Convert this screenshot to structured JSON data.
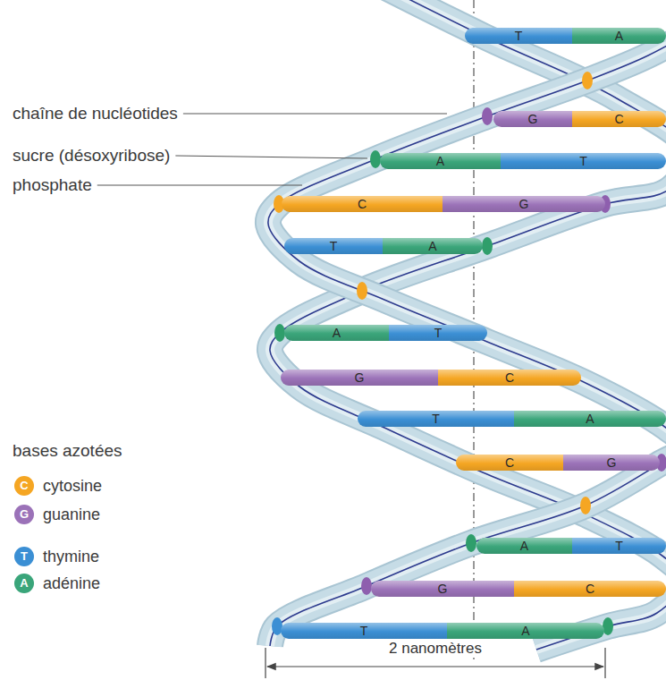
{
  "diagram": {
    "nodes": [
      {
        "text": [
          "T"
        ]
      },
      {
        "text": [
          "A"
        ]
      },
      {
        "text": [
          "G"
        ]
      },
      {
        "text": [
          "C"
        ]
      },
      {
        "text": [
          "A"
        ]
      },
      {
        "text": [
          "T"
        ]
      },
      {
        "text": [
          "C"
        ]
      },
      {
        "text": [
          "G"
        ]
      },
      {
        "text": [
          "T"
        ]
      },
      {
        "text": [
          "A"
        ]
      },
      {
        "text": [
          "A"
        ]
      },
      {
        "text": [
          "T"
        ]
      },
      {
        "text": [
          "G"
        ]
      },
      {
        "text": [
          "C"
        ]
      },
      {
        "text": [
          "T"
        ]
      },
      {
        "text": [
          "A"
        ]
      },
      {
        "text": [
          "C"
        ]
      },
      {
        "text": [
          "G"
        ]
      },
      {
        "text": [
          "A"
        ]
      },
      {
        "text": [
          "T"
        ]
      },
      {
        "text": [
          "G"
        ]
      },
      {
        "text": [
          "C"
        ]
      },
      {
        "text": [
          "T"
        ]
      },
      {
        "text": [
          "A"
        ]
      }
    ],
    "labels": [
      "chaîne de nucléotides",
      "sucre (désoxyribose)",
      "phosphate",
      "bases azotées",
      "C",
      "G",
      "T",
      "A",
      "2 nanomètres"
    ],
    "legend": [
      {
        "text": "cytosine",
        "color": "#f5a623"
      },
      {
        "text": "guanine",
        "color": "#9b72b8"
      },
      {
        "text": "thymine",
        "color": "#3b8fd4"
      },
      {
        "text": "adénine",
        "color": "#3aa57a"
      }
    ]
  }
}
